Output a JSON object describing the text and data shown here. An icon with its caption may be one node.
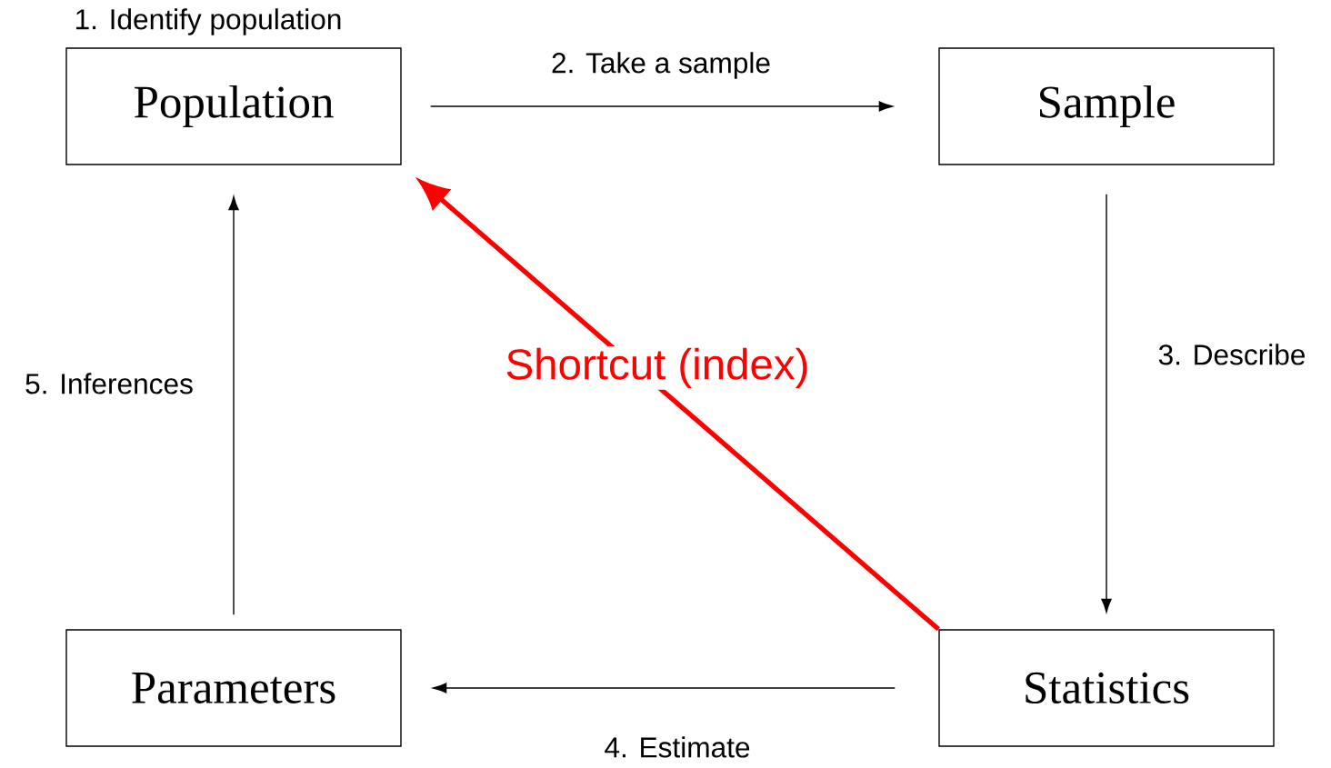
{
  "diagram": {
    "nodes": [
      {
        "text": [
          "Population"
        ],
        "beside": [
          "1. Identify population"
        ]
      },
      {
        "text": [
          "Sample"
        ]
      },
      {
        "text": [
          "Statistics"
        ]
      },
      {
        "text": [
          "Parameters"
        ]
      }
    ],
    "edges": [
      {
        "from": 0,
        "to": 1,
        "arrow": "to",
        "label": "2. Take a sample"
      },
      {
        "from": 1,
        "to": 2,
        "arrow": "to",
        "label": "3. Describe"
      },
      {
        "from": 2,
        "to": 3,
        "arrow": "to",
        "label": "4. Estimate"
      },
      {
        "from": 3,
        "to": 0,
        "arrow": "to",
        "label": "5. Inferences"
      },
      {
        "from": 2,
        "to": 0,
        "arrow": "to",
        "label": "Shortcut (index)",
        "style": "thick",
        "color": "#ff0000"
      }
    ]
  }
}
